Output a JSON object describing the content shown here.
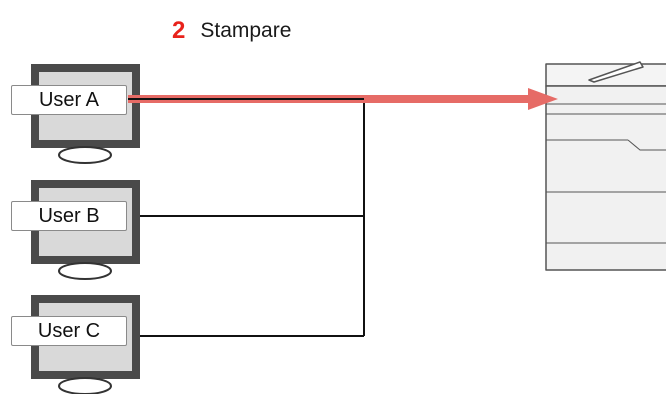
{
  "step": {
    "number": "2",
    "label": "Stampare"
  },
  "users": [
    {
      "label": "User A"
    },
    {
      "label": "User B"
    },
    {
      "label": "User C"
    }
  ],
  "colors": {
    "step_number": "#e8221b",
    "print_arrow": "#e66b66",
    "monitor_frame": "#4a4a4a",
    "screen": "#d9d9d9",
    "printer_body": "#f1f1f1"
  }
}
